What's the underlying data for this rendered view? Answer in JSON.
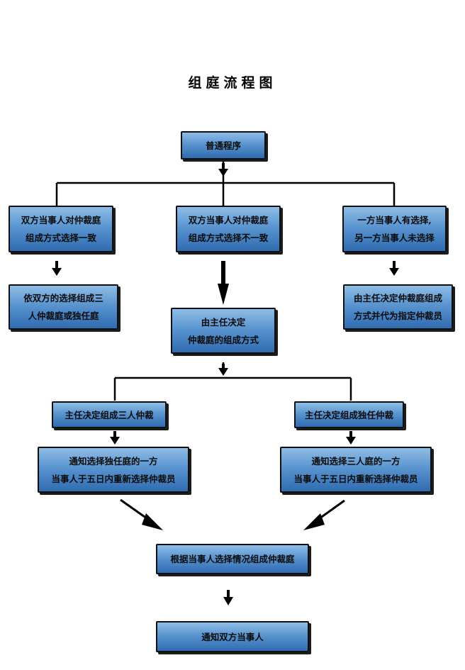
{
  "title": "组庭流程图",
  "nodes": {
    "start": {
      "lines": [
        "普通程序"
      ]
    },
    "left_agree": {
      "lines": [
        "双方当事人对仲裁庭",
        "组成方式选择一致"
      ]
    },
    "mid_disagree": {
      "lines": [
        "双方当事人对仲裁庭",
        "组成方式选择不一致"
      ]
    },
    "right_one_side": {
      "lines": [
        "一方当事人有选择,",
        "另一方当事人未选择"
      ]
    },
    "left_result": {
      "lines": [
        "依双方的选择组成三",
        "人仲裁庭或独任庭"
      ]
    },
    "mid_director": {
      "lines": [
        "由主任决定",
        "仲裁庭的组成方式"
      ]
    },
    "right_result": {
      "lines": [
        "由主任决定仲裁庭组成",
        "方式并代为指定仲裁员"
      ]
    },
    "three_member": {
      "lines": [
        "主任决定组成三人仲裁"
      ]
    },
    "sole_arbitrator": {
      "lines": [
        "主任决定组成独任仲裁"
      ]
    },
    "notify_sole": {
      "lines": [
        "通知选择独任庭的一方",
        "当事人于五日内重新选择仲裁员"
      ]
    },
    "notify_three": {
      "lines": [
        "通知选择三人庭的一方",
        "当事人于五日内重新选择仲裁员"
      ]
    },
    "form_tribunal": {
      "lines": [
        "根据当事人选择情况组成仲裁庭"
      ]
    },
    "notify_parties": {
      "lines": [
        "通知双方当事人"
      ]
    }
  },
  "colors": {
    "box_top": "#8fbde6",
    "box_bottom": "#2f6bb0",
    "line": "#000000"
  }
}
